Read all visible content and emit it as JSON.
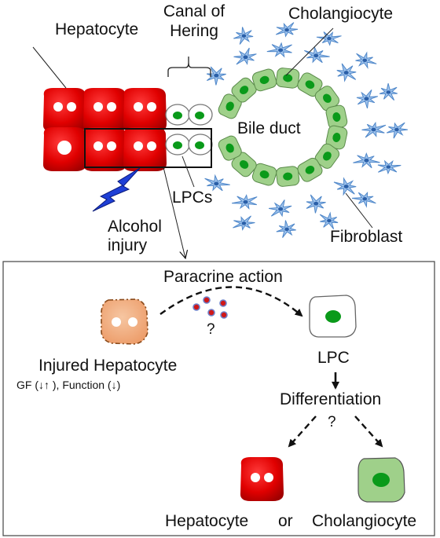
{
  "top": {
    "hepatocyte_label": "Hepatocyte",
    "canal_label_line1": "Canal of",
    "canal_label_line2": "Hering",
    "cholangiocyte_label": "Cholangiocyte",
    "bile_duct_label": "Bile duct",
    "lpcs_label": "LPCs",
    "fibroblast_label": "Fibroblast",
    "alcohol_line1": "Alcohol",
    "alcohol_line2": "injury"
  },
  "bottom": {
    "paracrine_label": "Paracrine action",
    "question_1": "?",
    "injured_label": "Injured Hepatocyte",
    "gf_label": "GF (↓↑ ), Function (↓)",
    "lpc_label": "LPC",
    "differentiation_label": "Differentiation",
    "question_2": "?",
    "result_hepatocyte": "Hepatocyte",
    "or_label": "or",
    "result_cholangiocyte": "Cholangiocyte"
  },
  "colors": {
    "hepatocyte_red": "#e00000",
    "hepatocyte_dark": "#a00000",
    "cholangiocyte_green": "#9fd08a",
    "nucleus_green": "#0a9a1a",
    "fibroblast_blue": "#4f87c9",
    "bolt_blue": "#1e3fd6",
    "injured_orange": "#f0a878",
    "dot_blue": "#6f80c8",
    "dot_red": "#d01818"
  }
}
